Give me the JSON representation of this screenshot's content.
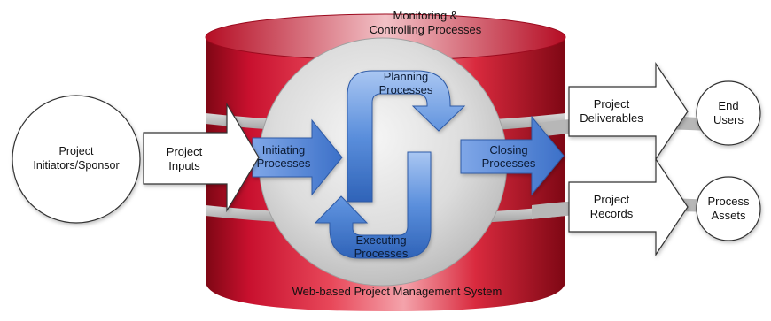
{
  "diagram": {
    "system_label": "Web-based Project Management System",
    "monitoring": [
      "Monitoring &",
      "Controlling Processes"
    ],
    "planning": [
      "Planning",
      "Processes"
    ],
    "executing": [
      "Executing",
      "Processes"
    ],
    "initiating": [
      "Initiating",
      "Processes"
    ],
    "closing": [
      "Closing",
      "Processes"
    ],
    "initiators": [
      "Project",
      "Initiators/Sponsor"
    ],
    "inputs": [
      "Project",
      "Inputs"
    ],
    "deliverables": [
      "Project",
      "Deliverables"
    ],
    "records": [
      "Project",
      "Records"
    ],
    "end_users": [
      "End",
      "Users"
    ],
    "process_assets": [
      "Process",
      "Assets"
    ]
  },
  "colors": {
    "cylinder_red": "#c8102e",
    "process_blue": "#4f86d9",
    "inner_circle": "#d8d8d8"
  }
}
